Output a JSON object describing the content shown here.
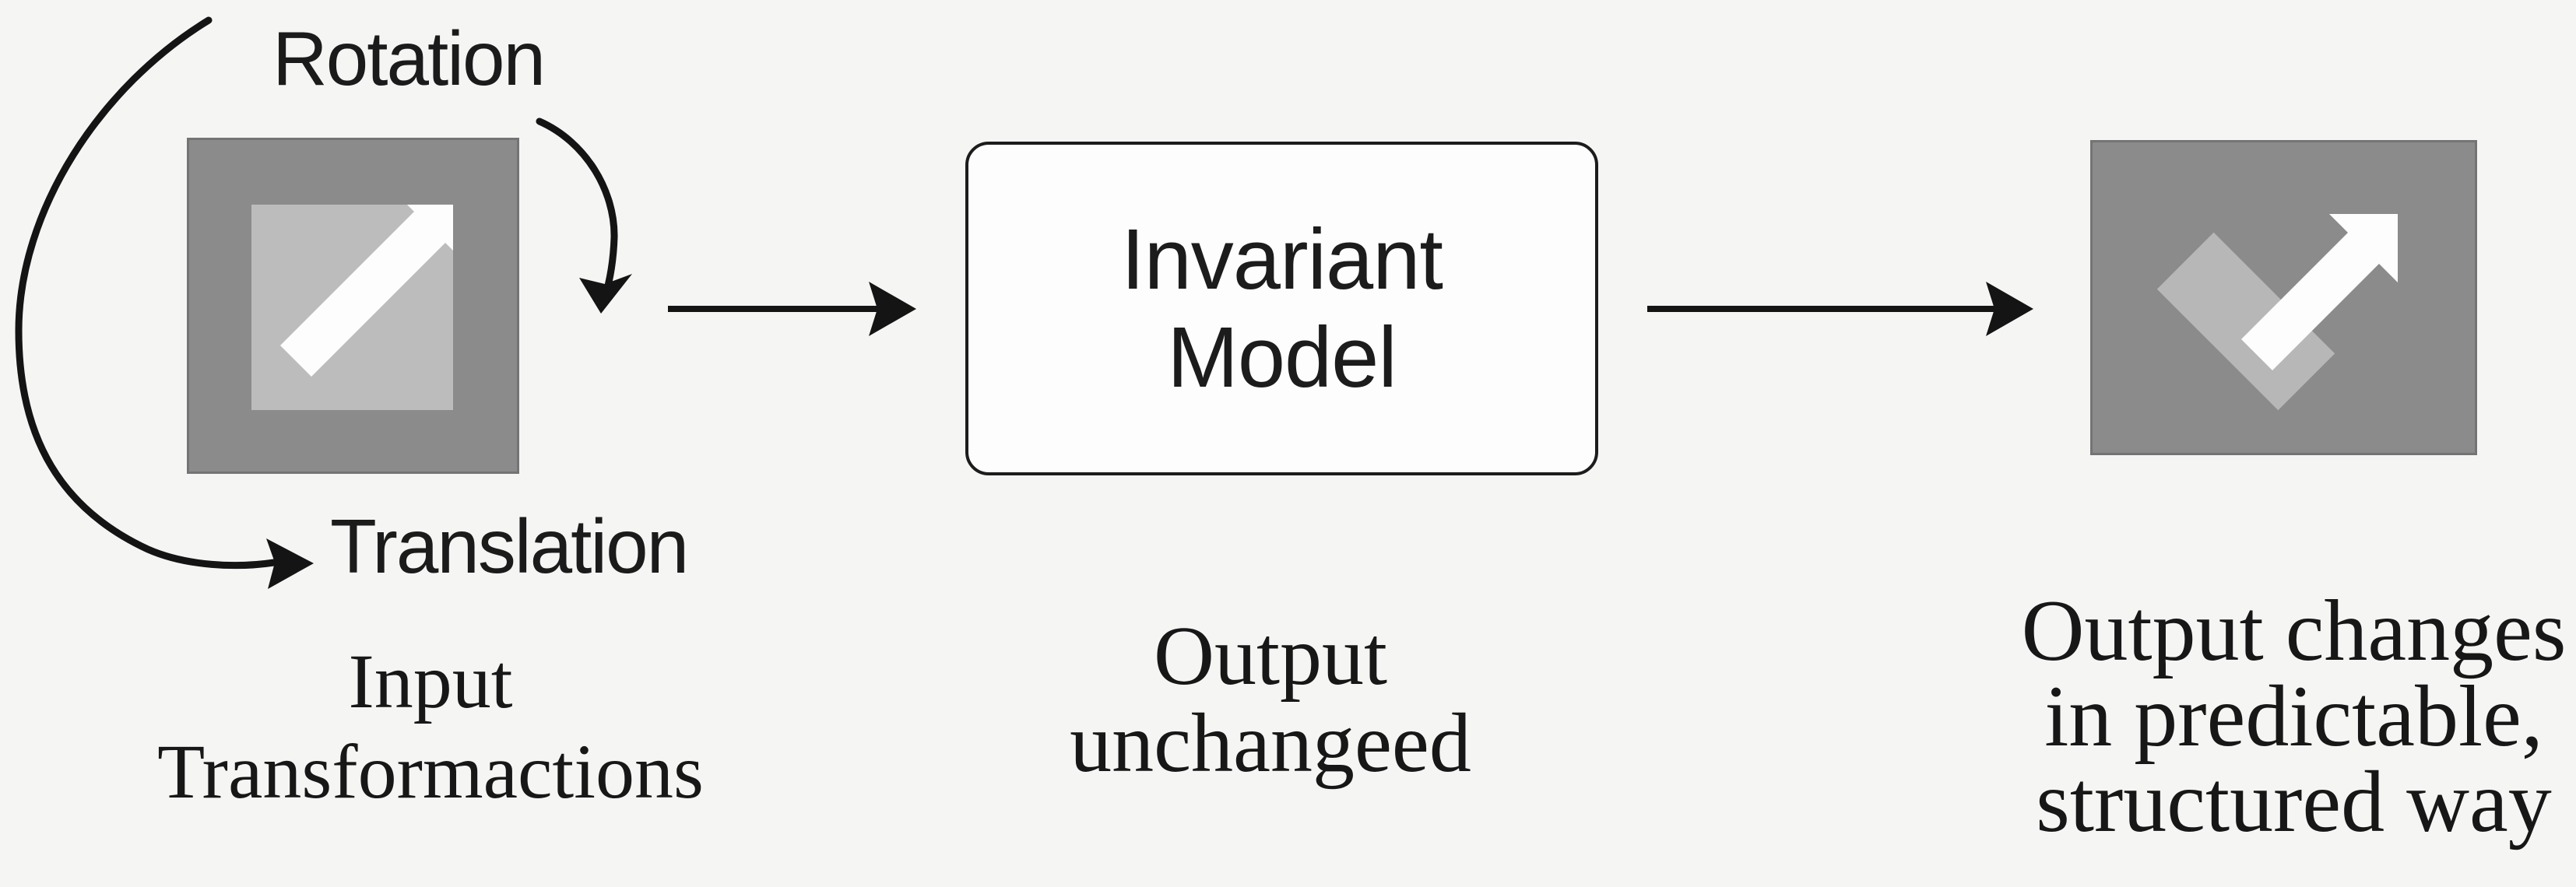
{
  "diagram": {
    "left": {
      "rotation_label": "Rotation",
      "translation_label": "Translation",
      "caption": [
        "Input",
        "Transformactions"
      ]
    },
    "model_box": {
      "label": [
        "Invariant",
        "Model"
      ],
      "caption": [
        "Output",
        "unchangeed"
      ]
    },
    "right": {
      "caption": [
        "Output changes",
        "in predictable,",
        "structured way"
      ]
    },
    "icons": {
      "left_icon": "input-image-icon",
      "left_glyph": "ne-arrow-icon",
      "right_icon": "output-image-icon",
      "right_glyph": "ne-arrow-icon",
      "curved_arrows": [
        "loop-arrow-icon",
        "rotation-arrow-icon"
      ],
      "flow_arrows": [
        "right-arrow-icon",
        "right-arrow-icon"
      ]
    },
    "colors": {
      "background": "#f5f5f4",
      "ink": "#1b1b1b",
      "square_dark": "#8b8b8b",
      "square_border": "#747474",
      "square_light_left": "#bcbcbc",
      "square_light_right": "#b7b7b7",
      "arrow_white": "#fdfdfd",
      "line": "#141414",
      "box_bg": "#fdfdfd",
      "box_border": "#1c1c1c"
    }
  }
}
